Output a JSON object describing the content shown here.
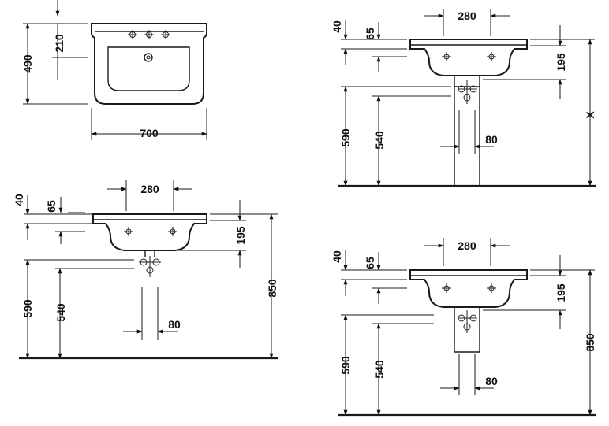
{
  "top_view": {
    "width": "700",
    "depth": "490",
    "tap_offset": "210"
  },
  "front_view_a": {
    "w280": "280",
    "h40": "40",
    "h65": "65",
    "h195": "195",
    "h590": "590",
    "h540": "540",
    "h850": "850",
    "w80": "80"
  },
  "side_view_b": {
    "w280": "280",
    "h40": "40",
    "h65": "65",
    "h195": "195",
    "h590": "590",
    "h540": "540",
    "hx": "X",
    "w80": "80"
  },
  "side_view_c": {
    "w280": "280",
    "h40": "40",
    "h65": "65",
    "h195": "195",
    "h590": "590",
    "h540": "540",
    "h850": "850",
    "w80": "80"
  },
  "colors": {
    "line": "#1a1a1a",
    "background": "#ffffff"
  }
}
